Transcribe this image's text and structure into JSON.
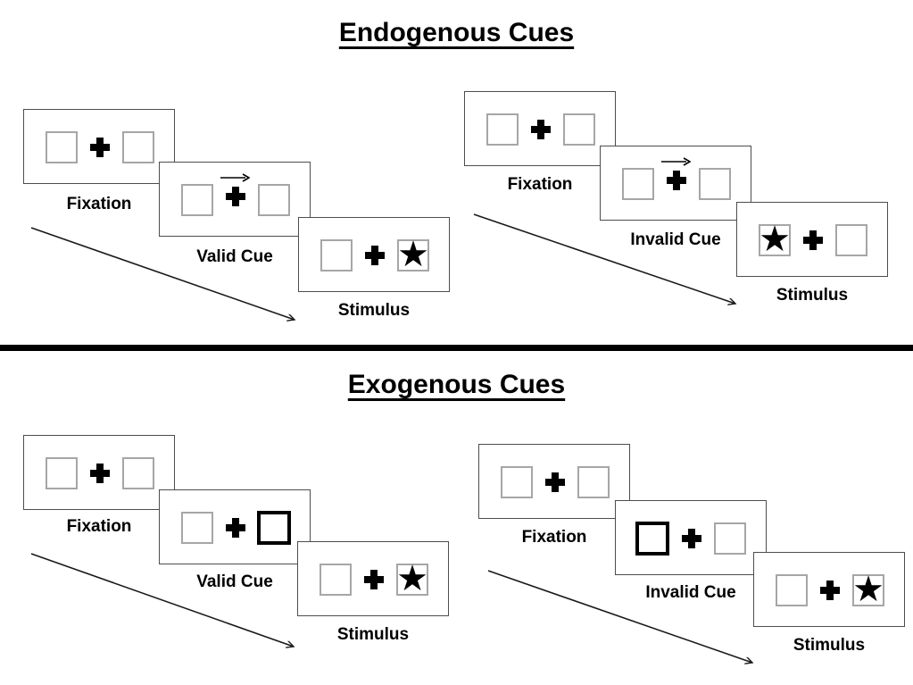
{
  "sections": [
    {
      "title": "Endogenous Cues",
      "cue_style": "central-arrow-at-fixation",
      "sequences": [
        {
          "name": "valid-cue-trial",
          "panels": [
            {
              "label": "Fixation",
              "cue": "none",
              "star_position": "none"
            },
            {
              "label": "Valid Cue",
              "cue": "arrow-pointing-right",
              "star_position": "none"
            },
            {
              "label": "Stimulus",
              "cue": "none",
              "star_position": "right"
            }
          ]
        },
        {
          "name": "invalid-cue-trial",
          "panels": [
            {
              "label": "Fixation",
              "cue": "none",
              "star_position": "none"
            },
            {
              "label": "Invalid Cue",
              "cue": "arrow-pointing-right",
              "star_position": "none"
            },
            {
              "label": "Stimulus",
              "cue": "none",
              "star_position": "left"
            }
          ]
        }
      ]
    },
    {
      "title": "Exogenous Cues",
      "cue_style": "peripheral-box-highlight",
      "sequences": [
        {
          "name": "valid-cue-trial",
          "panels": [
            {
              "label": "Fixation",
              "cue": "none",
              "star_position": "none"
            },
            {
              "label": "Valid Cue",
              "cue": "highlight-right-box",
              "star_position": "none"
            },
            {
              "label": "Stimulus",
              "cue": "none",
              "star_position": "right"
            }
          ]
        },
        {
          "name": "invalid-cue-trial",
          "panels": [
            {
              "label": "Fixation",
              "cue": "none",
              "star_position": "none"
            },
            {
              "label": "Invalid Cue",
              "cue": "highlight-left-box",
              "star_position": "none"
            },
            {
              "label": "Stimulus",
              "cue": "none",
              "star_position": "right"
            }
          ]
        }
      ]
    }
  ],
  "icons": {
    "star": "★",
    "fixation-cross": "plus-shape",
    "cue-arrow": "right-arrow",
    "timeline-arrow": "diagonal-down-right-arrow"
  },
  "colors": {
    "panel-border": "#4d4d4d",
    "box-border": "#a6a6a6",
    "ink": "#000000",
    "background": "#ffffff"
  }
}
